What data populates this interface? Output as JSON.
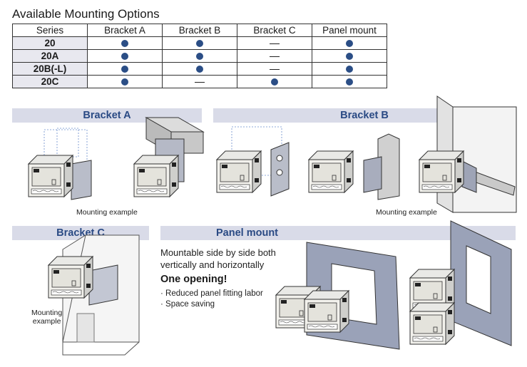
{
  "title": "Available Mounting Options",
  "table": {
    "headers": [
      "Series",
      "Bracket A",
      "Bracket B",
      "Bracket C",
      "Panel mount"
    ],
    "rows": [
      {
        "series": "20",
        "cells": [
          "dot",
          "dot",
          "dash",
          "dot"
        ]
      },
      {
        "series": "20A",
        "cells": [
          "dot",
          "dot",
          "dash",
          "dot"
        ]
      },
      {
        "series": "20B(-L)",
        "cells": [
          "dot",
          "dot",
          "dash",
          "dot"
        ]
      },
      {
        "series": "20C",
        "cells": [
          "dot",
          "dash",
          "dot",
          "dot"
        ]
      }
    ]
  },
  "sections": {
    "bracket_a": {
      "label": "Bracket A",
      "caption": "Mounting example"
    },
    "bracket_b": {
      "label": "Bracket B",
      "caption": "Mounting example"
    },
    "bracket_c": {
      "label": "Bracket C",
      "caption_line1": "Mounting",
      "caption_line2": "example"
    },
    "panel_mount": {
      "label": "Panel mount",
      "desc_line1": "Mountable side by side both",
      "desc_line2": "vertically and horizontally",
      "highlight": "One opening!",
      "bullets": [
        "· Reduced panel fitting labor",
        "· Space saving"
      ]
    }
  },
  "colors": {
    "accent": "#2a4a84",
    "dot": "#2b4e86",
    "band": "#d9dbe8",
    "panel": "#9aa2b8"
  },
  "icons": {
    "available": "filled-circle",
    "unavailable": "dash"
  }
}
